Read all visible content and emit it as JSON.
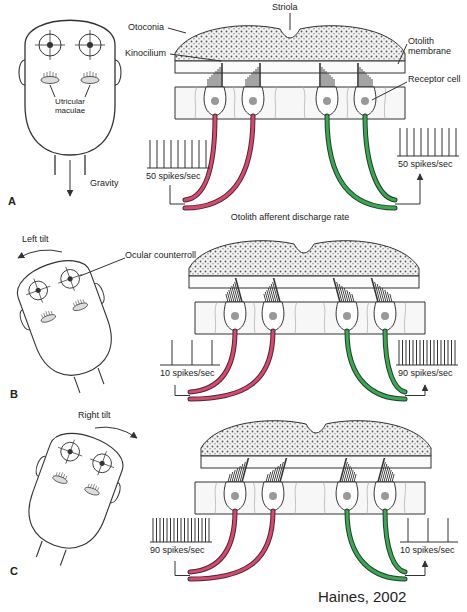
{
  "diagram": {
    "labels": [
      "Striola",
      "Otoconia",
      "Kinocilium",
      "Otolith membrane",
      "Receptor cell",
      "Utricular maculae",
      "Gravity",
      "A",
      "50 spikes/sec",
      "50 spikes/sec",
      "Otolith afferent discharge rate",
      "Left tilt",
      "Ocular counterroll",
      "B",
      "10 spikes/sec",
      "90 spikes/sec",
      "Right tilt",
      "C",
      "90 spikes/sec",
      "10 spikes/sec",
      "Haines, 2002"
    ]
  }
}
